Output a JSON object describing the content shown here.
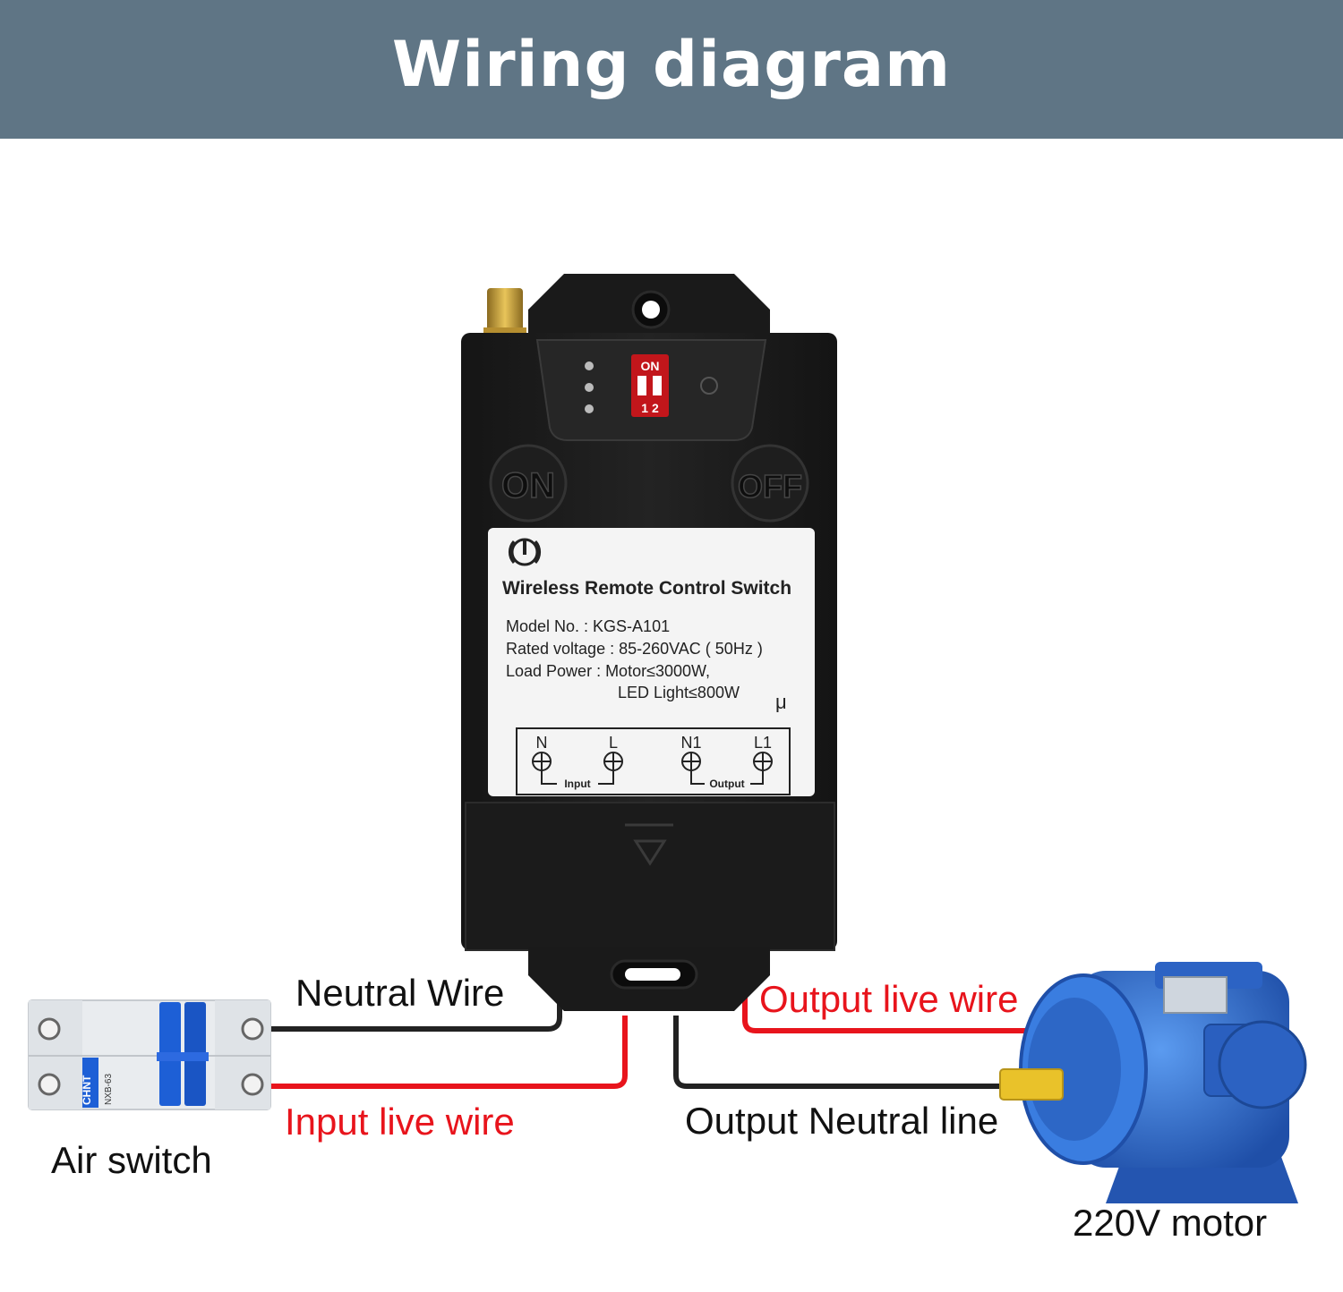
{
  "title": "Wiring diagram",
  "device": {
    "buttons": {
      "on": "ON",
      "off": "OFF"
    },
    "dip_switch": {
      "on_label": "ON",
      "positions": "1 2"
    },
    "label": {
      "name": "Wireless Remote Control Switch",
      "model": "Model No. : KGS-A101",
      "voltage": "Rated voltage : 85-260VAC ( 50Hz )",
      "load_power_1": "Load Power : Motor≤3000W,",
      "load_power_2": "LED Light≤800W",
      "mu": "μ",
      "terminals": [
        "N",
        "L",
        "N1",
        "L1"
      ],
      "input": "Input",
      "output": "Output"
    }
  },
  "breaker": {
    "brand": "CHNT",
    "model": "NXB-63"
  },
  "labels": {
    "neutral_wire": "Neutral Wire",
    "input_live_wire": "Input live wire",
    "output_live_wire": "Output live wire",
    "output_neutral_line": "Output Neutral line",
    "air_switch": "Air switch",
    "motor": "220V motor"
  },
  "colors": {
    "banner": "#5f7585",
    "live_wire": "#e8141c",
    "neutral_wire": "#222222",
    "device_body": "#1c1c1c",
    "motor": "#2f6fcf",
    "breaker_handle": "#1d5fd6"
  }
}
